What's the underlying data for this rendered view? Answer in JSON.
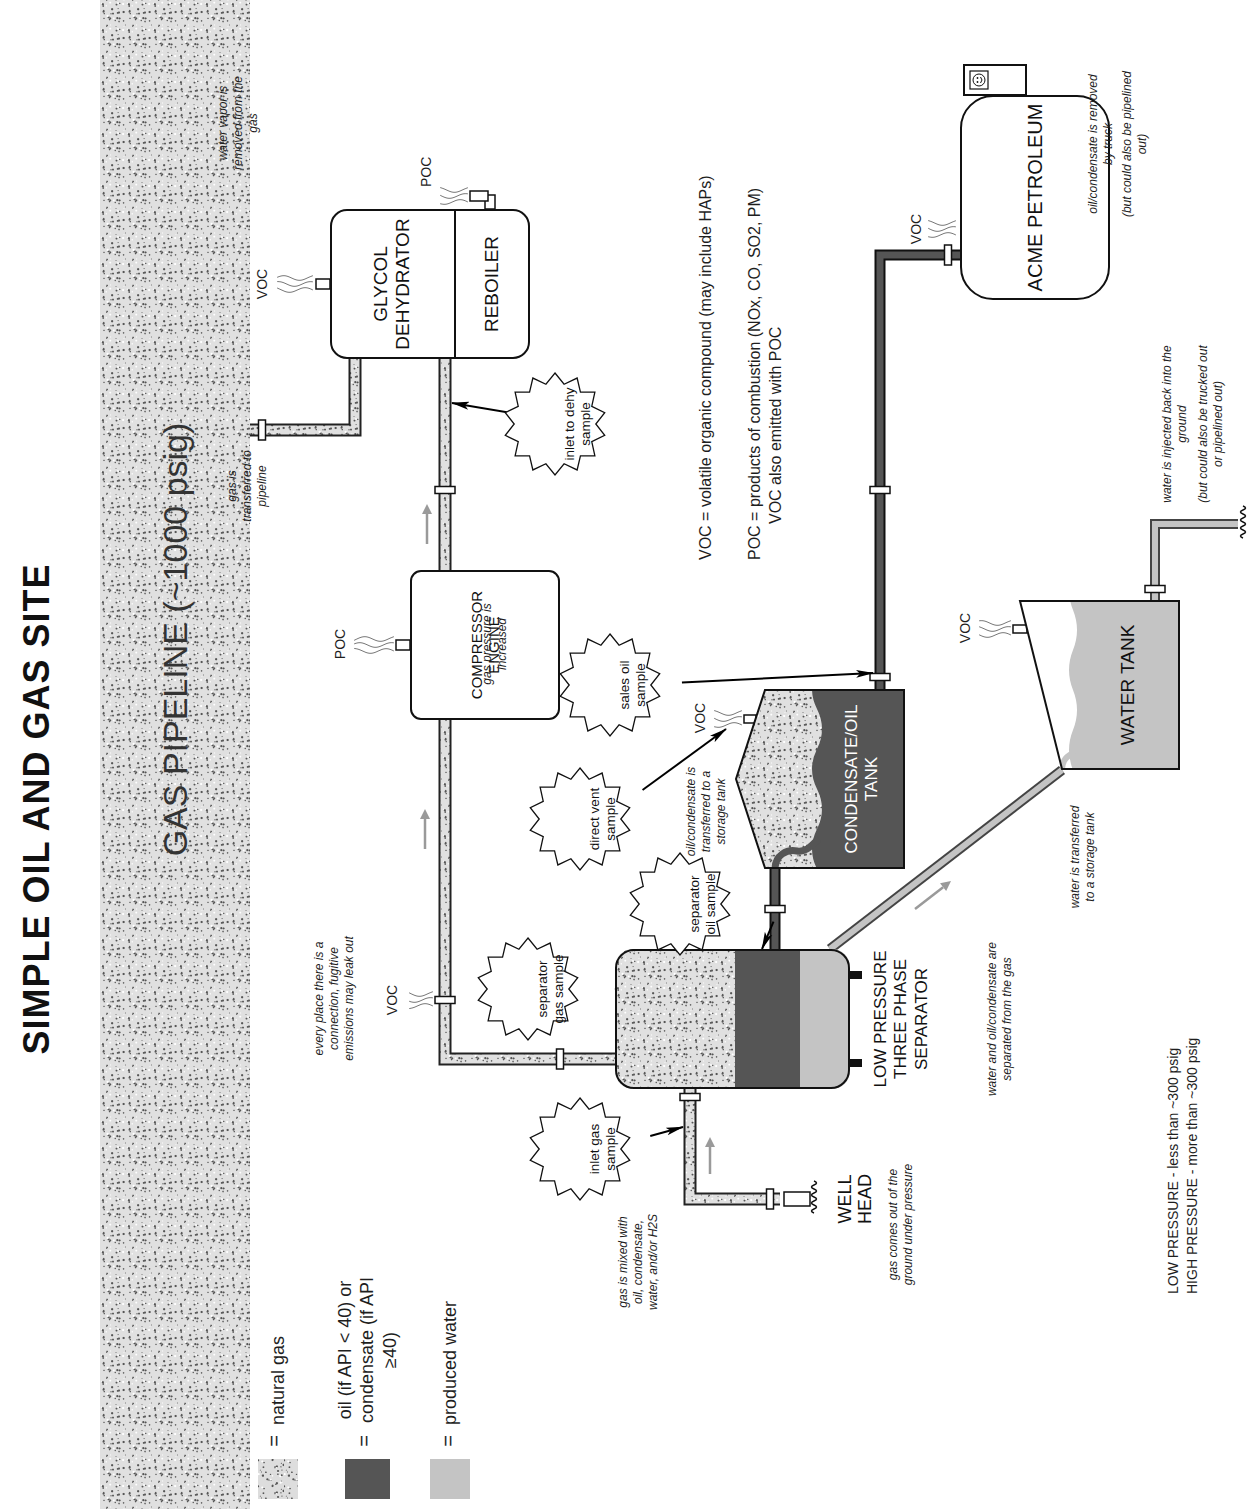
{
  "diagram": {
    "title": "SIMPLE OIL AND GAS SITE",
    "nodes": [
      {
        "text": [
          "GAS PIPELINE (~1000 psig)"
        ]
      },
      {
        "text": [
          "WELL HEAD"
        ]
      },
      {
        "text": [
          "inlet gas sample"
        ]
      },
      {
        "text": [
          "LOW PRESSURE THREE PHASE SEPARATOR"
        ]
      },
      {
        "text": [
          "separator gas sample"
        ]
      },
      {
        "text": [
          "separator oil sample"
        ]
      },
      {
        "text": [
          "COMPRESSOR ENGINE"
        ]
      },
      {
        "text": [
          "direct vent sample"
        ]
      },
      {
        "text": [
          "sales oil sample"
        ]
      },
      {
        "text": [
          "CONDENSATE/OIL TANK"
        ]
      },
      {
        "text": [
          "inlet to dehy sample"
        ]
      },
      {
        "text": [
          "GLYCOL DEHYDRATOR",
          "REBOILER"
        ]
      },
      {
        "text": [
          "WATER TANK"
        ]
      },
      {
        "text": [
          "ACME PETROLEUM"
        ]
      }
    ],
    "edges": [
      {
        "from": 1,
        "to": 3,
        "arrow": "none"
      },
      {
        "from": 3,
        "to": 6,
        "arrow": "none"
      },
      {
        "from": 6,
        "to": 11,
        "arrow": "none"
      },
      {
        "from": 11,
        "to": 0,
        "arrow": "none"
      },
      {
        "from": 3,
        "to": 9,
        "arrow": "none"
      },
      {
        "from": 3,
        "to": 12,
        "arrow": "none"
      },
      {
        "from": 9,
        "to": 13,
        "arrow": "none"
      },
      {
        "from": 4,
        "to": 3,
        "arrow": "to"
      },
      {
        "from": 5,
        "to": 3,
        "arrow": "to"
      }
    ],
    "labels": [
      "=",
      "=",
      "=",
      "gas is mixed with oil, condensate, water, and/or H2S",
      "gas comes out of the ground under pressure",
      "every place there is a connection, fugitive emissions may leak out",
      "VOC",
      "POC",
      "gas pressure is increased",
      "VOC",
      "POC",
      "water vapor is removed from the gas",
      "gas is transferred to pipeline",
      "oil/condensate is transferred to a storage tank",
      "VOC",
      "water and oil/condensate are separated from the gas",
      "water is transferred to a storage tank",
      "VOC",
      "water is injected back into the ground",
      "(but could also be trucked out or pipelined out)",
      "VOC",
      "oil/condensate is removed by truck",
      "(but could also be pipelined out)",
      "VOC = volatile organic compound (may include HAPs)",
      "POC = products of combustion (NOx, CO, SO2, PM)",
      "VOC also emitted with POC",
      "LOW PRESSURE - less than ~300 psig",
      "HIGH PRESSURE - more than ~300 psig"
    ],
    "legend": [
      {
        "text": "natural gas",
        "color": "#dddddd"
      },
      {
        "text": "oil (if API < 40) or condensate (if API ≥40)",
        "color": "#555555"
      },
      {
        "text": "produced water",
        "color": "#c4c4c4"
      }
    ]
  }
}
